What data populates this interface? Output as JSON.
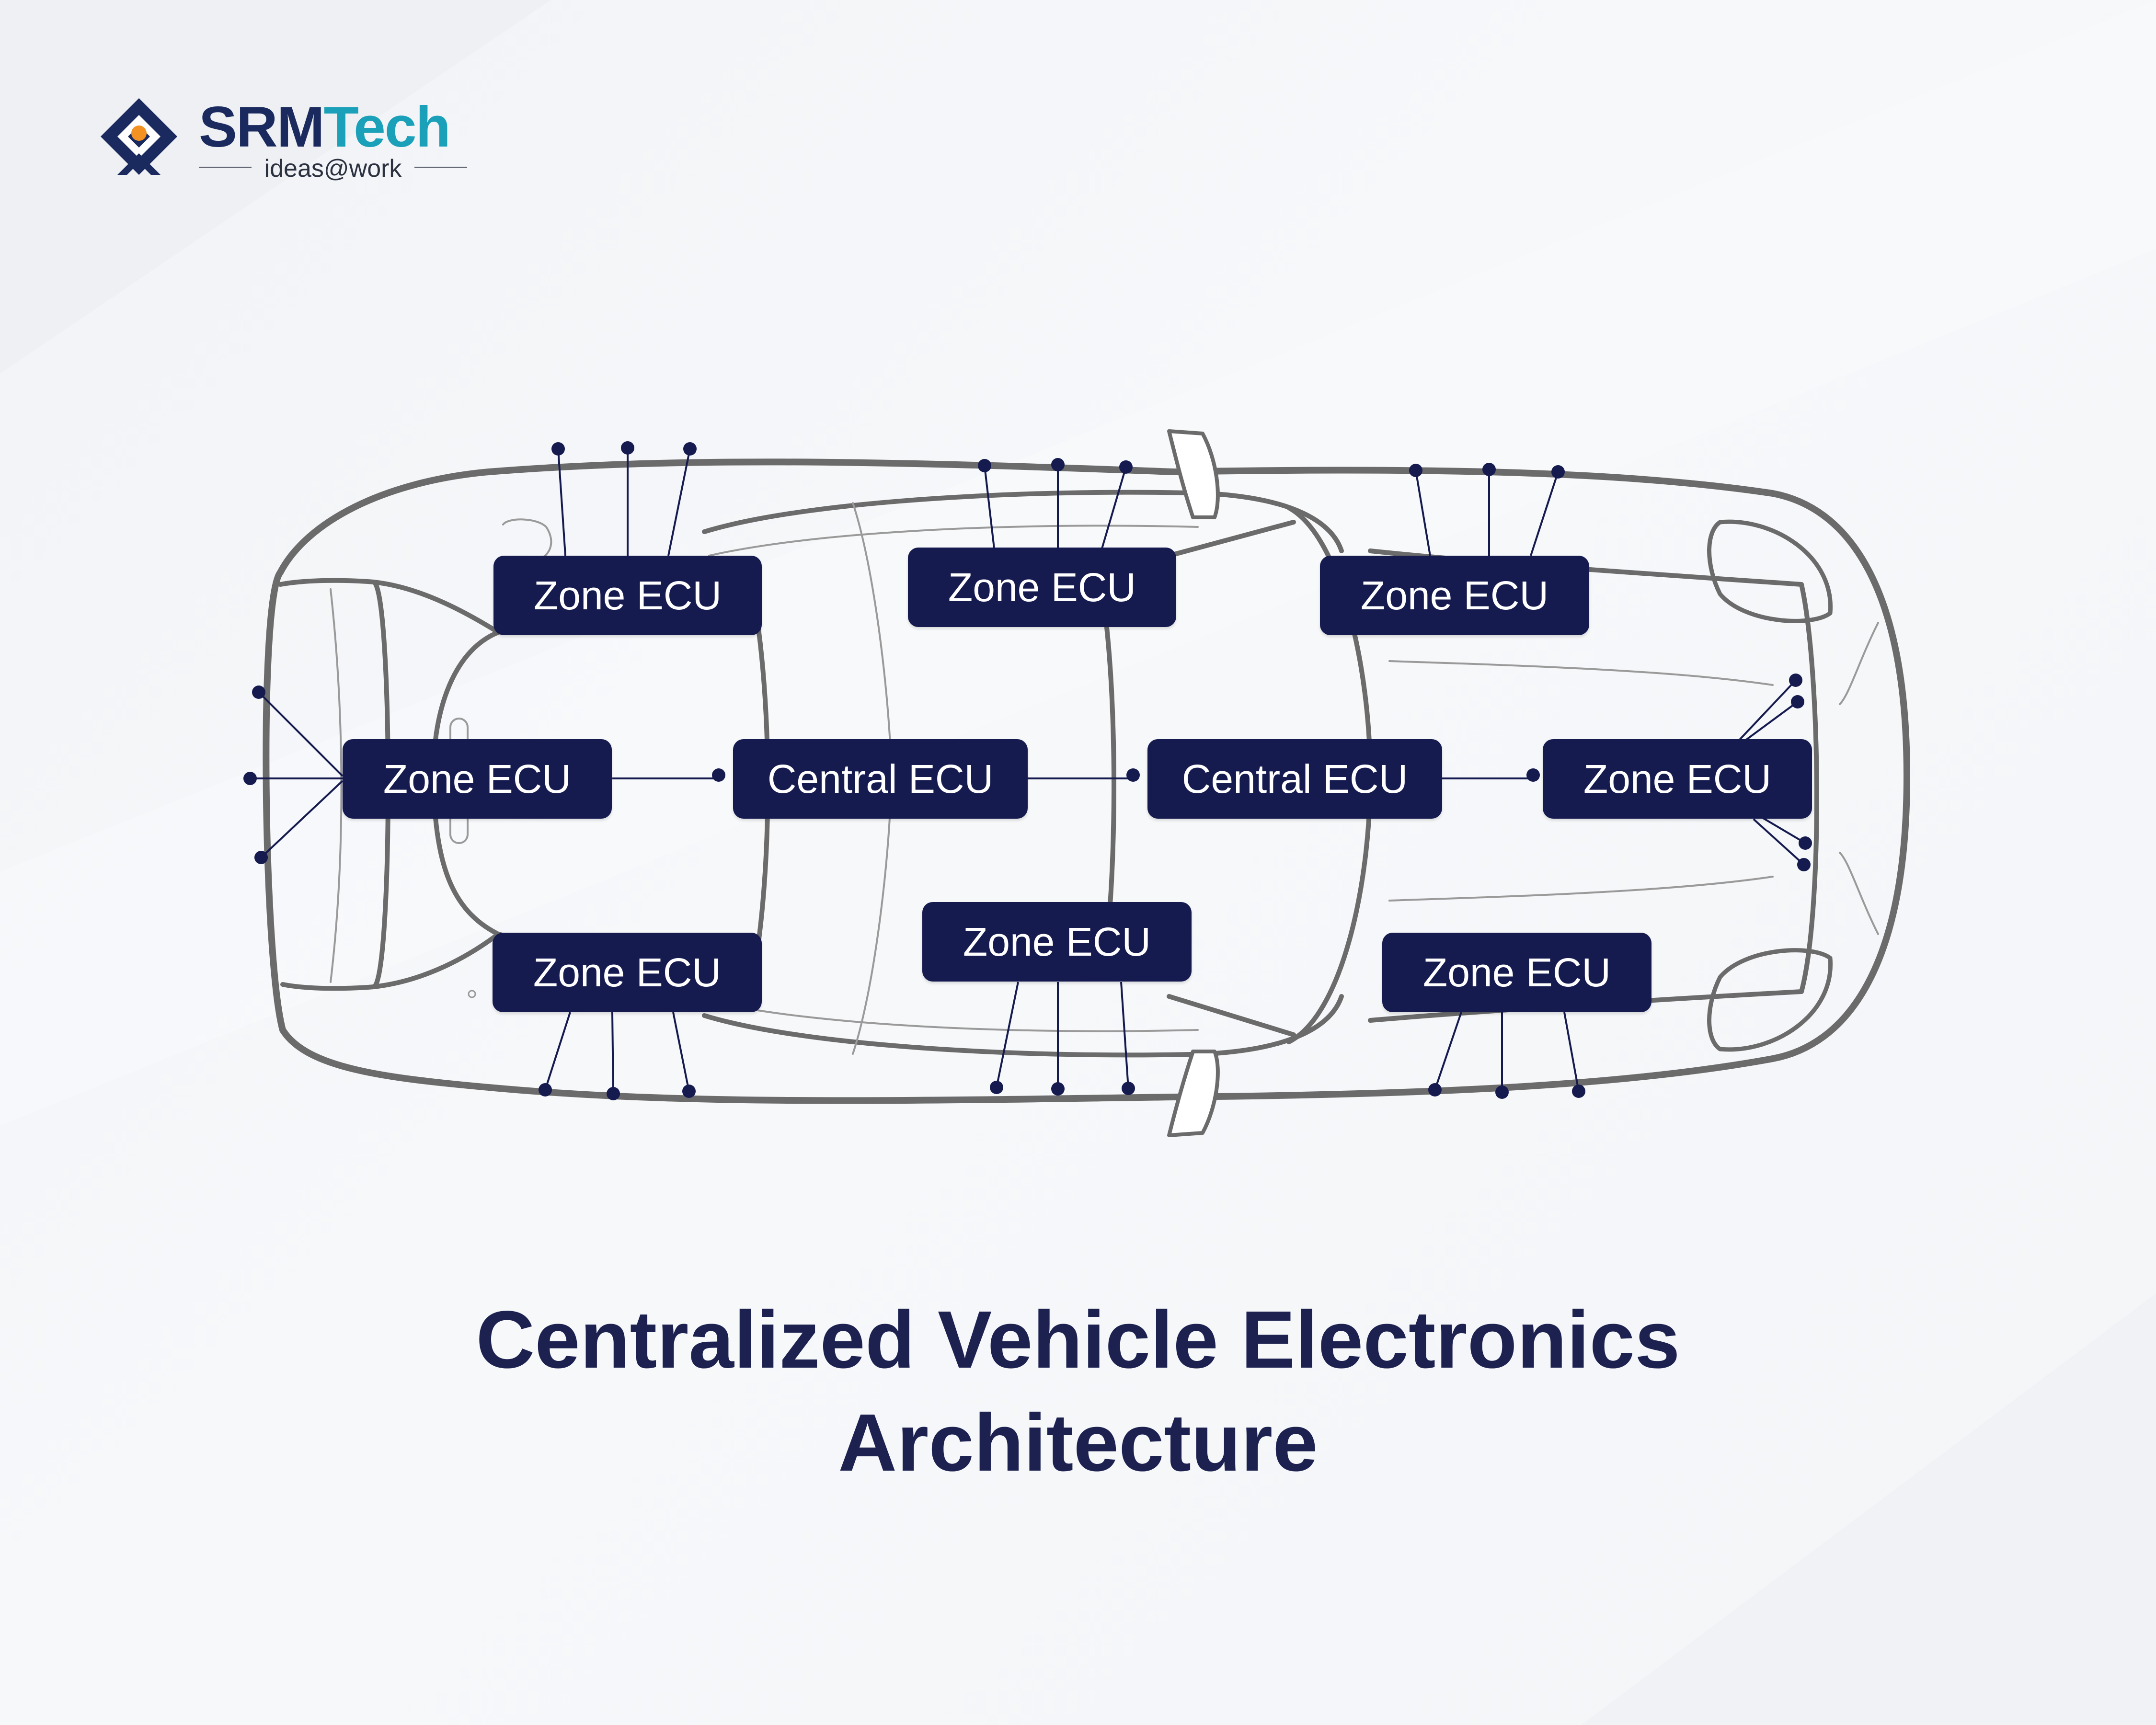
{
  "brand": {
    "name_part1": "SRM",
    "name_part2": "Tech",
    "tagline": "ideas@work",
    "colors": {
      "navy": "#1b2a5e",
      "teal": "#1aa0b8",
      "orange": "#f39222"
    }
  },
  "diagram": {
    "ecus": [
      {
        "id": "zone-front-left",
        "label": "Zone ECU"
      },
      {
        "id": "zone-top-middle",
        "label": "Zone ECU"
      },
      {
        "id": "zone-top-right",
        "label": "Zone ECU"
      },
      {
        "id": "zone-left",
        "label": "Zone ECU"
      },
      {
        "id": "central-1",
        "label": "Central ECU"
      },
      {
        "id": "central-2",
        "label": "Central ECU"
      },
      {
        "id": "zone-right",
        "label": "Zone ECU"
      },
      {
        "id": "zone-bottom-left",
        "label": "Zone ECU"
      },
      {
        "id": "zone-bottom-middle",
        "label": "Zone ECU"
      },
      {
        "id": "zone-bottom-right",
        "label": "Zone ECU"
      }
    ],
    "colors": {
      "box": "#151a4f",
      "wire": "#151a4f",
      "car_outline": "#6b6b6b"
    }
  },
  "title": {
    "line1": "Centralized Vehicle Electronics",
    "line2": "Architecture"
  }
}
